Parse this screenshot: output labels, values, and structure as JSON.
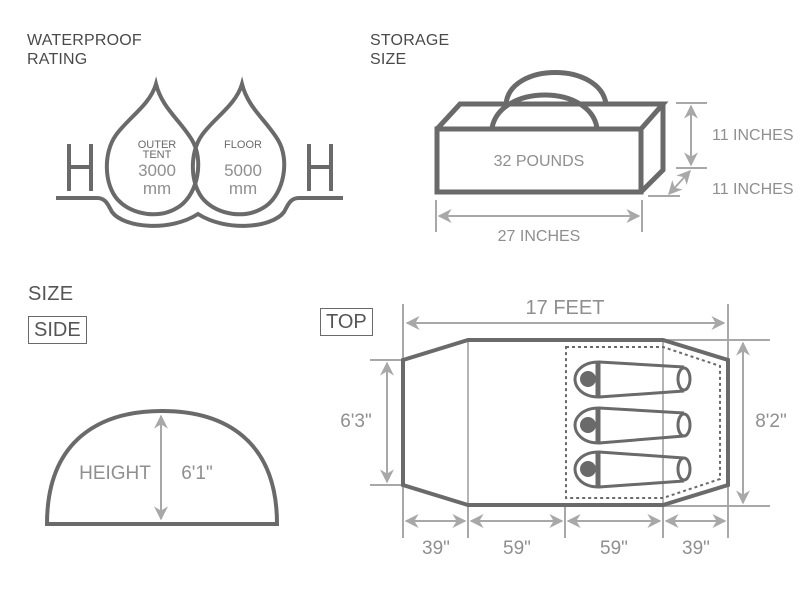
{
  "waterproof": {
    "title_line1": "WATERPROOF",
    "title_line2": "RATING",
    "left_letter": "H",
    "right_letter": "H",
    "outer_tent": {
      "label_line1": "OUTER",
      "label_line2": "TENT",
      "value": "3000",
      "unit": "mm"
    },
    "floor": {
      "label": "FLOOR",
      "value": "5000",
      "unit": "mm"
    }
  },
  "storage": {
    "title_line1": "STORAGE",
    "title_line2": "SIZE",
    "weight": "32 POUNDS",
    "height": "11 INCHES",
    "depth": "11 INCHES",
    "length": "27 INCHES"
  },
  "size": {
    "title": "SIZE",
    "side": {
      "label": "SIDE",
      "height_label": "HEIGHT",
      "height_value": "6'1\""
    },
    "top": {
      "label": "TOP",
      "total_length": "17 FEET",
      "front_width": "6'3\"",
      "back_width": "8'2\"",
      "segments": [
        "39\"",
        "59\"",
        "59\"",
        "39\""
      ]
    }
  },
  "colors": {
    "stroke_dark": "#6a6a6a",
    "stroke_light": "#a8a8a8",
    "text_dark": "#4a4a4a",
    "text_light": "#8f8f8f"
  }
}
